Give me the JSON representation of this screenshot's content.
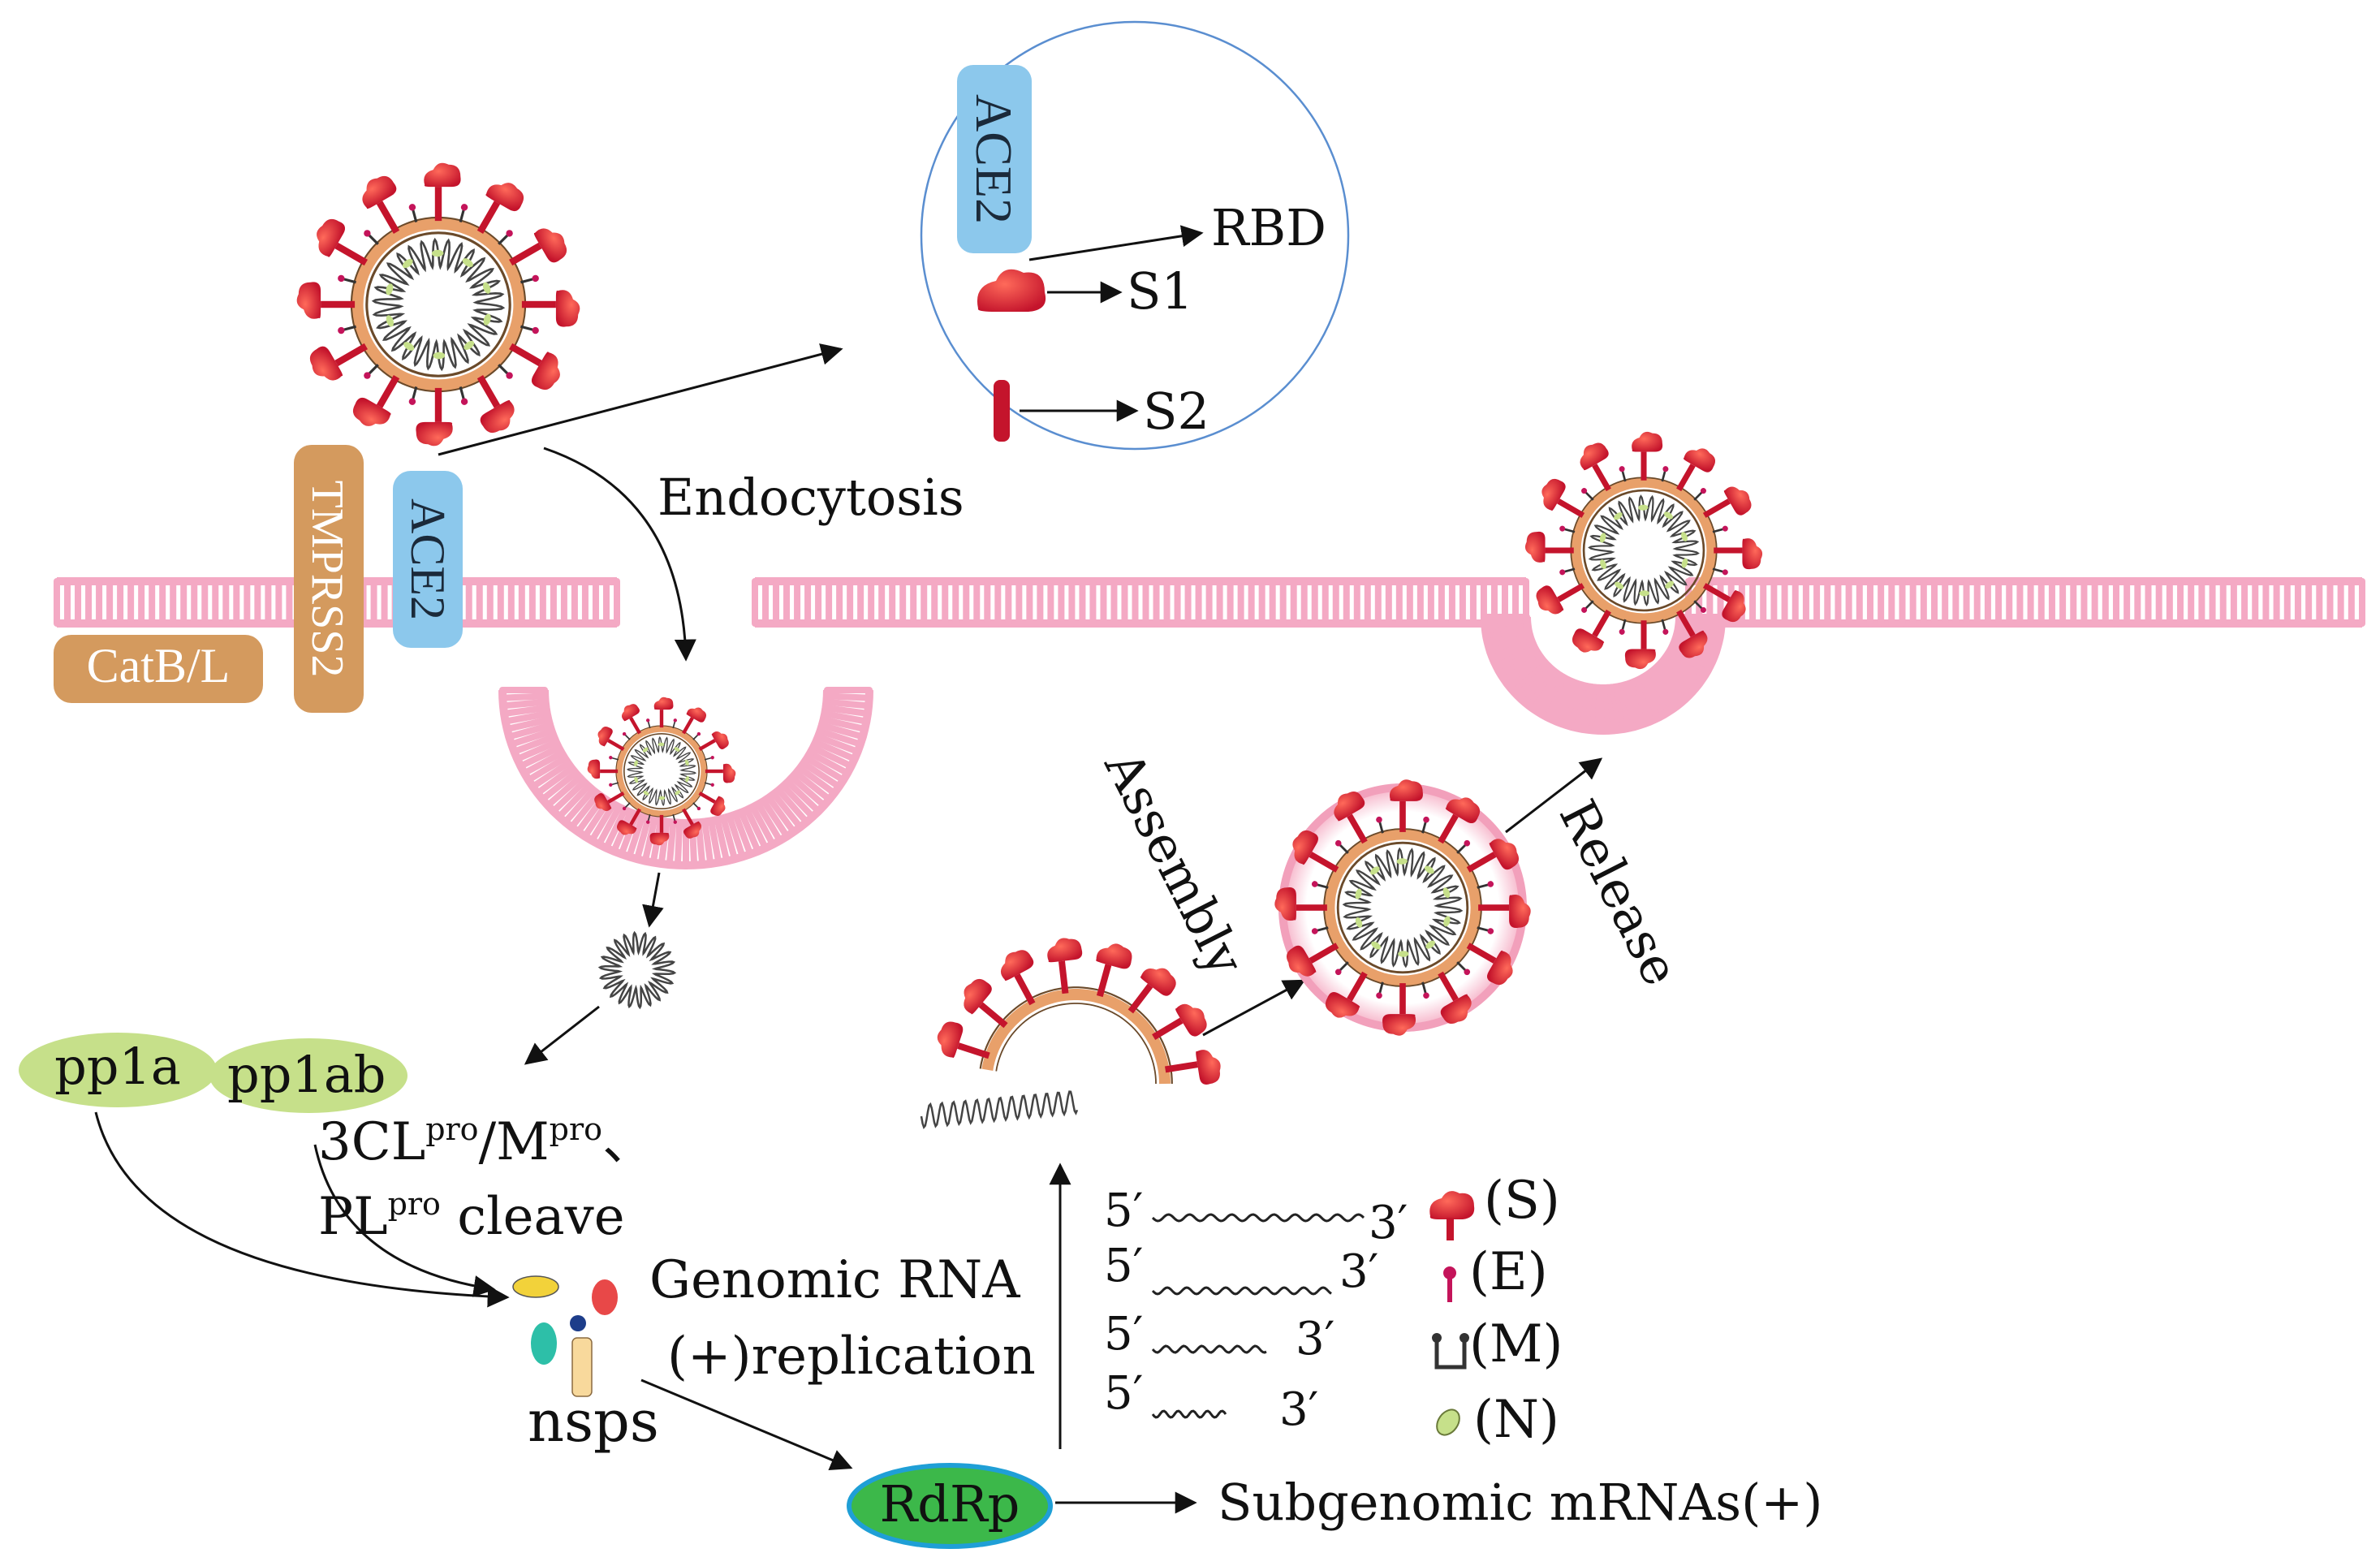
{
  "labels": {
    "ace2_top": "ACE2",
    "ace2_membrane": "ACE2",
    "rbd": "RBD",
    "s1": "S1",
    "s2": "S2",
    "tmprss2": "TMPRSS2",
    "catbl": "CatB/L",
    "endocytosis": "Endocytosis",
    "assembly": "Assembly",
    "release": "Release",
    "pp1a": "pp1a",
    "pp1ab": "pp1ab",
    "cleave_line1_a": "3CL",
    "cleave_line1_sup1": "pro",
    "cleave_line1_b": "/M",
    "cleave_line1_sup2": "pro",
    "cleave_line1_c": "、",
    "cleave_line2_a": "PL",
    "cleave_line2_sup": "pro",
    "cleave_line2_b": " cleave",
    "genomic_rna": "Genomic RNA",
    "replication": "(+)replication",
    "nsps": "nsps",
    "rdrp": "RdRp",
    "subgenomic": "Subgenomic mRNAs(+)",
    "five_prime": "5′",
    "three_prime": "3′",
    "legend_s": "(S)",
    "legend_e": "(E)",
    "legend_m": "(M)",
    "legend_n": "(N)"
  },
  "colors": {
    "membrane": "#f4a9c4",
    "ace2": "#8cc8ec",
    "tmprss2": "#d49a5e",
    "spike": "#e23838",
    "pp_green": "#c6e08a",
    "rdrp_green": "#3cb84a",
    "rdrp_border": "#1f9fd6",
    "circle_border": "#5a8ed0"
  }
}
